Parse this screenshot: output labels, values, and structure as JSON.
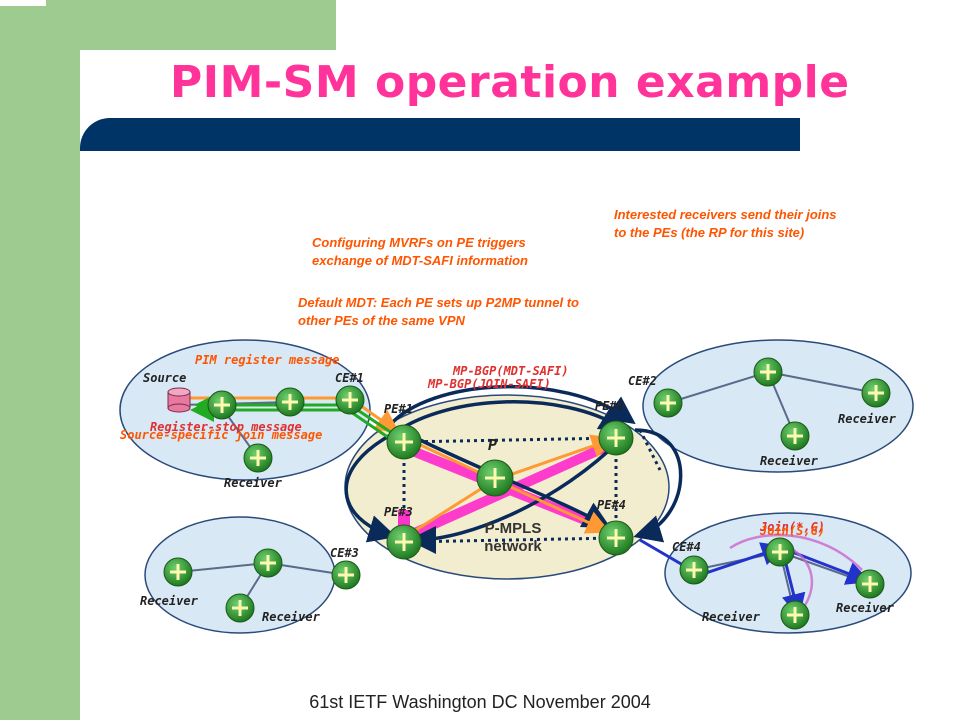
{
  "slide": {
    "title": "PIM-SM operation example",
    "footer": "61st IETF Washington DC November 2004"
  },
  "notes": {
    "configuring": "Configuring MVRFs on PE triggers exchange of MDT-SAFI information",
    "interested": "Interested receivers send their joins to the PEs (the RP for this site)",
    "default_mdt": "Default MDT: Each PE sets up P2MP tunnel to other PEs of the same VPN"
  },
  "labels": {
    "source": "Source",
    "ce1": "CE#1",
    "ce2": "CE#2",
    "ce3": "CE#3",
    "ce4": "CE#4",
    "pe1": "PE#1",
    "pe2": "PE#2",
    "pe3": "PE#3",
    "pe4": "PE#4",
    "p": "P",
    "network": "P-MPLS network",
    "receiver": "Receiver"
  },
  "messages": {
    "pim_register": "PIM register message",
    "register_stop": "Register-stop message",
    "source_join": "Source-specific join message",
    "mp_bgp_mdt": "MP-BGP(MDT-SAFI)",
    "mp_bgp_join": "MP-BGP(JOIN-SAFI)",
    "join_star": "Join(*,G)",
    "join_sg": "Join(S,G)"
  },
  "colors": {
    "title": "#ff3399",
    "band": "#9ecb8f",
    "bar": "#003366",
    "note": "#ff5500",
    "router": "#3a9a3a",
    "mdt_tunnel": "#ff33cc",
    "join_arrow": "#2233cc"
  }
}
